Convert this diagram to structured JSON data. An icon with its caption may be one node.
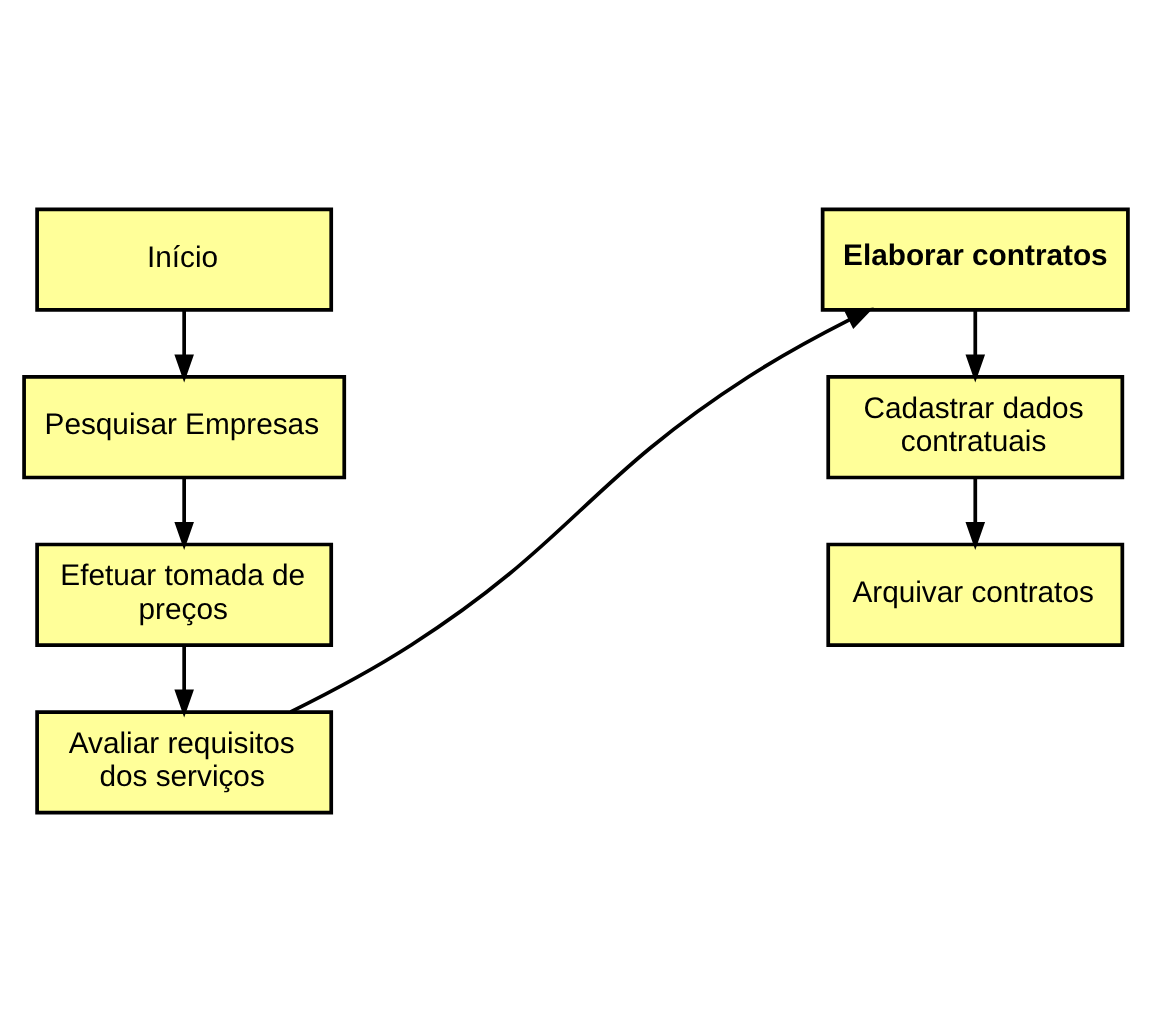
{
  "diagram": {
    "nodes": [
      {
        "text": [
          "Início"
        ]
      },
      {
        "text": [
          "Pesquisar Empresas"
        ]
      },
      {
        "text": [
          "Efetuar tomada de preços"
        ]
      },
      {
        "text": [
          "Avaliar requisitos dos serviços"
        ]
      },
      {
        "text": [
          "Elaborar contratos"
        ]
      },
      {
        "text": [
          "Cadastrar dados contratuais"
        ]
      },
      {
        "text": [
          "Arquivar contratos"
        ]
      }
    ],
    "edges": [
      {
        "from": 0,
        "to": 1,
        "arrow": "to"
      },
      {
        "from": 1,
        "to": 2,
        "arrow": "to"
      },
      {
        "from": 2,
        "to": 3,
        "arrow": "to"
      },
      {
        "from": 3,
        "to": 4,
        "arrow": "to"
      },
      {
        "from": 4,
        "to": 5,
        "arrow": "to"
      },
      {
        "from": 5,
        "to": 6,
        "arrow": "to"
      }
    ]
  }
}
